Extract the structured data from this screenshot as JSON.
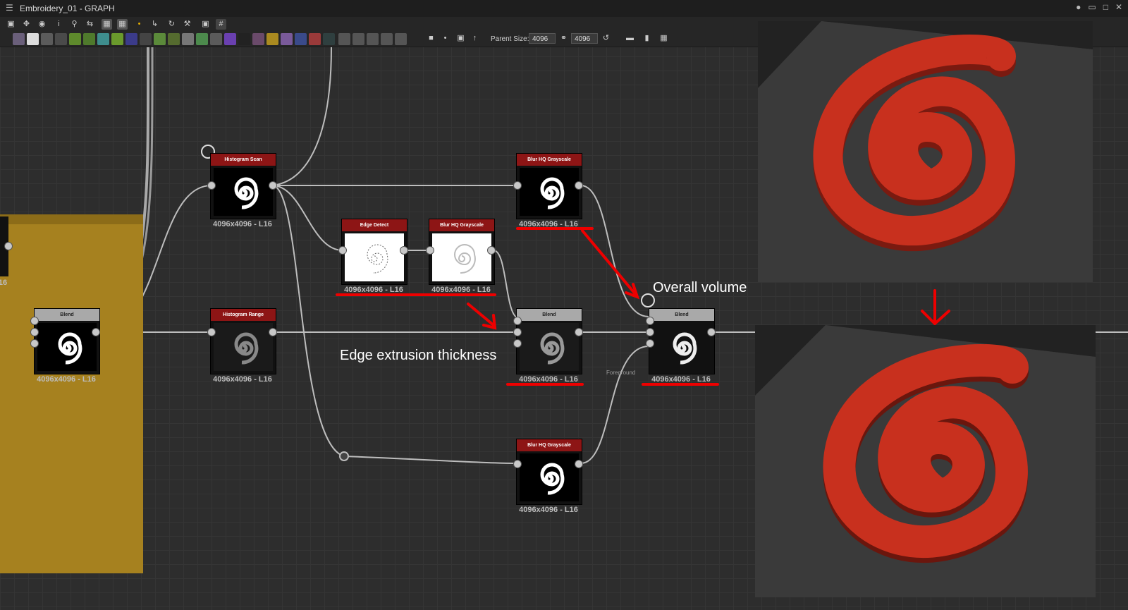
{
  "window": {
    "title": "Embroidery_01 - GRAPH",
    "controls": [
      "pin-icon",
      "restore-icon",
      "maximize-icon",
      "close-icon"
    ]
  },
  "toolbar": {
    "parent_size_label": "Parent Size:",
    "parent_size_value": "4096",
    "size_value_2": "4096"
  },
  "colors": {
    "frame": "#a6811f",
    "node_header_red": "#8d1515",
    "node_header_grey": "#a9a9a9",
    "annotation_red": "#e00000",
    "embroidery_red": "#c8301e"
  },
  "nodes": {
    "blend_left": {
      "title": "Blend",
      "res": "4096x4096 - L16"
    },
    "histogram_scan": {
      "title": "Histogram Scan",
      "res": "4096x4096 - L16"
    },
    "histogram_range": {
      "title": "Histogram Range",
      "res": "4096x4096 - L16"
    },
    "edge_detect": {
      "title": "Edge Detect",
      "res": "4096x4096 - L16"
    },
    "blur_hq_mid": {
      "title": "Blur HQ Grayscale",
      "res": "4096x4096 - L16"
    },
    "blur_hq_top": {
      "title": "Blur HQ Grayscale",
      "res": "4096x4096 - L16"
    },
    "blend_middle": {
      "title": "Blend",
      "res": "4096x4096 - L16"
    },
    "blur_hq_bottom": {
      "title": "Blur HQ Grayscale",
      "res": "4096x4096 - L16"
    },
    "blend_right": {
      "title": "Blend",
      "res": "4096x4096 - L16"
    }
  },
  "partial_label": "16",
  "foreground_label": "Foreground",
  "annotations": {
    "overall_volume": "Overall volume",
    "edge_extrusion": "Edge extrusion thickness"
  }
}
